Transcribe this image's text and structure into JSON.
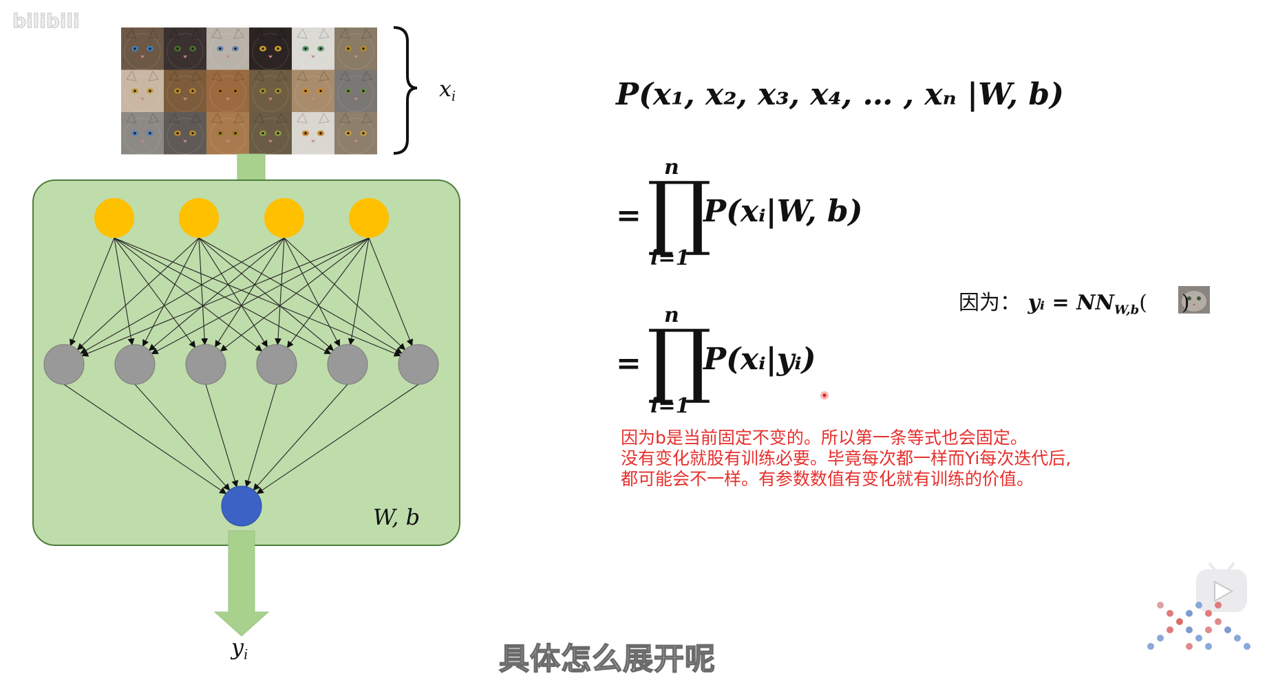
{
  "watermark": "bilibili",
  "diagram": {
    "input_label": "x",
    "input_label_sub": "i",
    "param_label": "W, b",
    "output_label": "y",
    "output_label_sub": "i",
    "input_neurons": 4,
    "hidden_neurons": 6,
    "output_neurons": 1,
    "colors": {
      "panel": "#bfdcab",
      "panel_border": "#4e7d3b",
      "input": "#ffc000",
      "hidden": "#999999",
      "output": "#3b62c4",
      "arrow": "#a9d18e"
    }
  },
  "equations": {
    "eq1": "P(x₁, x₂, x₃, x₄, … , xₙ |W, b)",
    "eq2_lhs": "=",
    "eq2_upper": "n",
    "eq2_lower": "i=1",
    "eq2_term": "P(xᵢ|W, b)",
    "eq3_lhs": "=",
    "eq3_upper": "n",
    "eq3_lower": "i=1",
    "eq3_term": "P(xᵢ|yᵢ)",
    "because_label": "因为：",
    "because_expr": "yᵢ = NN",
    "because_sub": "W,b"
  },
  "note_lines": [
    "因为b是当前固定不变的。所以第一条等式也会固定。",
    "没有变化就股有训练必要。毕竟每次都一样而Yi每次迭代后,",
    "都可能会不一样。有参数数值有变化就有训练的价值。"
  ],
  "subtitle": "具体怎么展开呢"
}
